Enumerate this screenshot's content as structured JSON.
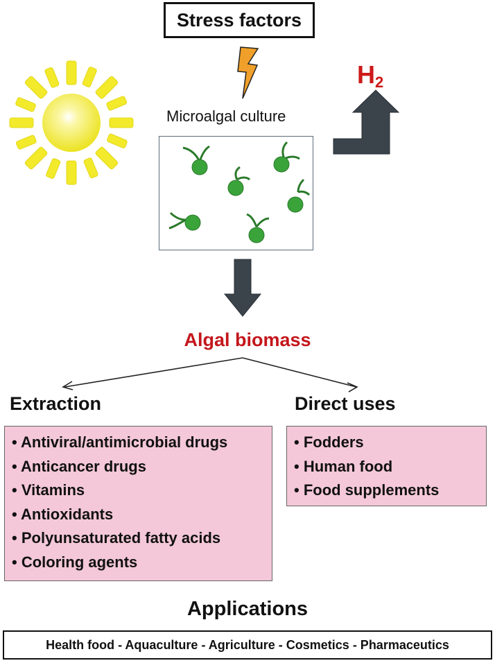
{
  "stress_factors": "Stress factors",
  "culture_label": "Microalgal culture",
  "h2": {
    "base": "H",
    "subscript": "2"
  },
  "biomass": "Algal biomass",
  "extraction": {
    "title": "Extraction",
    "items": [
      "Antiviral/antimicrobial drugs",
      "Anticancer drugs",
      "Vitamins",
      "Antioxidants",
      "Polyunsaturated fatty acids",
      "Coloring agents"
    ]
  },
  "direct_uses": {
    "title": "Direct uses",
    "items": [
      "Fodders",
      "Human food",
      "Food supplements"
    ]
  },
  "applications": {
    "title": "Applications",
    "list": "Health food - Aquaculture - Agriculture - Cosmetics - Pharmaceutics"
  },
  "colors": {
    "accent_red": "#c4161c",
    "pink_box": "#f4c8d8",
    "algae_green": "#3aa33a",
    "sun_yellow": "#f2ea2a",
    "arrow_dark": "#3b434b",
    "lightning_orange": "#f0a02a"
  },
  "icons": [
    "sun-icon",
    "lightning-icon",
    "algae-cell-icon",
    "arrow-icon"
  ]
}
